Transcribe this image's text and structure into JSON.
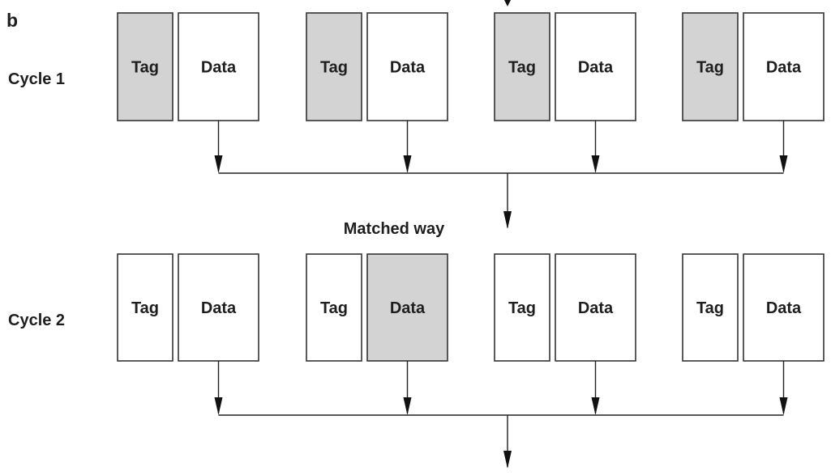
{
  "panel_label": "b",
  "matched_way_label": "Matched way",
  "colors": {
    "highlight_fill": "#d3d3d3",
    "plain_fill": "#ffffff",
    "stroke": "#333333",
    "text": "#1e1e1e"
  },
  "cycles": [
    {
      "label": "Cycle 1",
      "ways": [
        {
          "tag_label": "Tag",
          "data_label": "Data",
          "tag_highlighted": true,
          "data_highlighted": false
        },
        {
          "tag_label": "Tag",
          "data_label": "Data",
          "tag_highlighted": true,
          "data_highlighted": false
        },
        {
          "tag_label": "Tag",
          "data_label": "Data",
          "tag_highlighted": true,
          "data_highlighted": false
        },
        {
          "tag_label": "Tag",
          "data_label": "Data",
          "tag_highlighted": true,
          "data_highlighted": false
        }
      ]
    },
    {
      "label": "Cycle 2",
      "ways": [
        {
          "tag_label": "Tag",
          "data_label": "Data",
          "tag_highlighted": false,
          "data_highlighted": false
        },
        {
          "tag_label": "Tag",
          "data_label": "Data",
          "tag_highlighted": false,
          "data_highlighted": true
        },
        {
          "tag_label": "Tag",
          "data_label": "Data",
          "tag_highlighted": false,
          "data_highlighted": false
        },
        {
          "tag_label": "Tag",
          "data_label": "Data",
          "tag_highlighted": false,
          "data_highlighted": false
        }
      ]
    }
  ]
}
